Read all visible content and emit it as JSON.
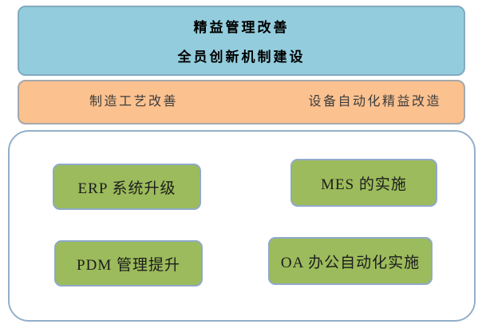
{
  "diagram": {
    "top_box": {
      "line1": "精益管理改善",
      "line2": "全员创新机制建设"
    },
    "middle_box": {
      "left_label": "制造工艺改善",
      "right_label": "设备自动化精益改造"
    },
    "container": {
      "items": [
        {
          "label": "ERP 系统升级"
        },
        {
          "label": "MES 的实施"
        },
        {
          "label": "PDM 管理提升"
        },
        {
          "label": "OA 办公自动化实施"
        }
      ]
    }
  },
  "colors": {
    "top_fill": "#93CDDD",
    "top_border": "#82ABC0",
    "mid_fill": "#FBC18F",
    "mid_border": "#A5A8AB",
    "container_border": "#93AFC9",
    "item_fill": "#9CBB5C",
    "item_border": "#8FA9C8"
  }
}
